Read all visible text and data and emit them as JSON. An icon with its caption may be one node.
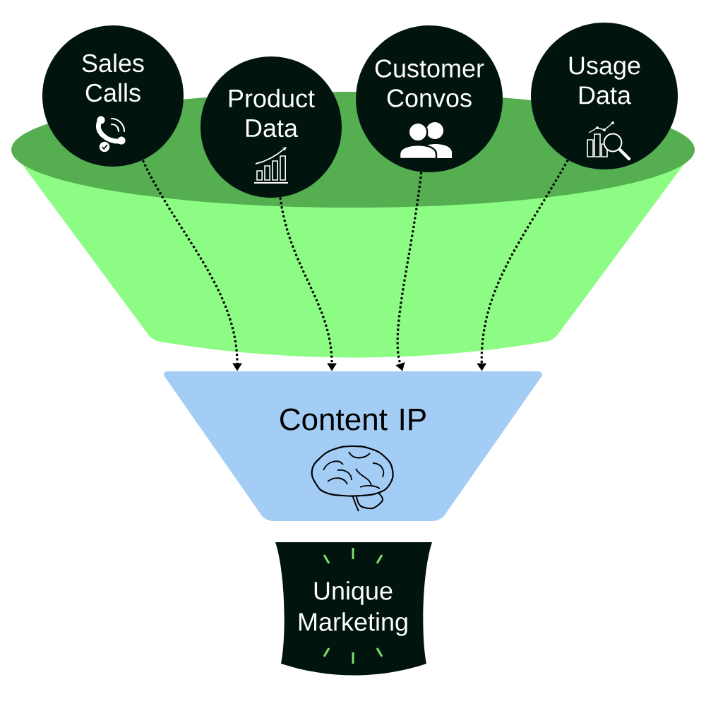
{
  "diagram": {
    "nodes": [
      {
        "text": [
          "Sales Calls"
        ]
      },
      {
        "text": [
          "Product Data"
        ]
      },
      {
        "text": [
          "Customer Convos"
        ]
      },
      {
        "text": [
          "Usage Data"
        ]
      },
      {
        "text": [
          "Content IP"
        ]
      },
      {
        "text": [
          "Unique Marketing"
        ]
      }
    ],
    "edges": [
      {
        "from": 0,
        "to": 4,
        "arrow": "to"
      },
      {
        "from": 1,
        "to": 4,
        "arrow": "to"
      },
      {
        "from": 2,
        "to": 4,
        "arrow": "to"
      },
      {
        "from": 3,
        "to": 4,
        "arrow": "to"
      }
    ]
  }
}
